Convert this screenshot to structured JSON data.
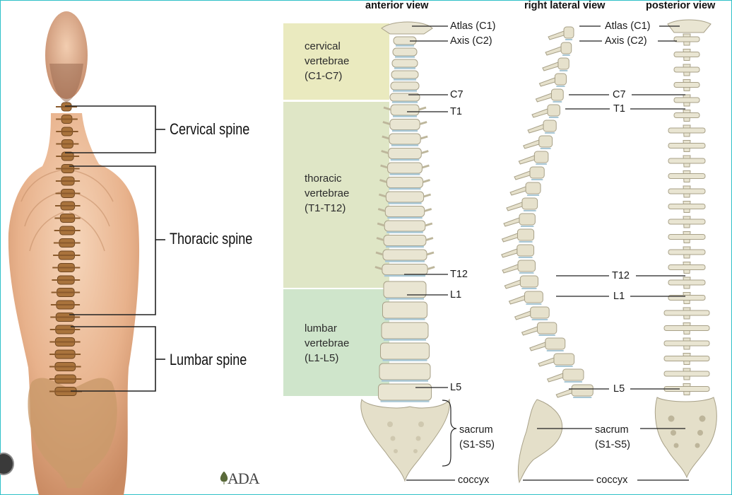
{
  "left_labels": {
    "cervical": "Cervical spine",
    "thoracic": "Thoracic spine",
    "lumbar": "Lumbar spine"
  },
  "logo": "ADA",
  "view_titles": {
    "anterior": "anterior view",
    "lateral": "right lateral view",
    "posterior": "posterior view"
  },
  "regions": {
    "cervical": "cervical\nvertebrae\n(C1-C7)",
    "thoracic": "thoracic\nvertebrae\n(T1-T12)",
    "lumbar": "lumbar\nvertebrae\n(L1-L5)"
  },
  "anterior_labels": {
    "atlas": "Atlas (C1)",
    "axis": "Axis (C2)",
    "c7": "C7",
    "t1": "T1",
    "t12": "T12",
    "l1": "L1",
    "l5": "L5",
    "sacrum": "sacrum\n(S1-S5)",
    "coccyx": "coccyx"
  },
  "posterior_labels": {
    "atlas": "Atlas (C1)",
    "axis": "Axis (C2)",
    "c7": "C7",
    "t1": "T1",
    "t12": "T12",
    "l1": "L1",
    "l5": "L5",
    "sacrum": "sacrum\n(S1-S5)",
    "coccyx": "coccyx"
  },
  "colors": {
    "cervical_box": "#eaeabf",
    "thoracic_box": "#dfe6c6",
    "lumbar_box": "#cfe5cb",
    "skin": "#e9b894",
    "bone": "#e9e5d2",
    "frame": "#2fc0c8"
  }
}
